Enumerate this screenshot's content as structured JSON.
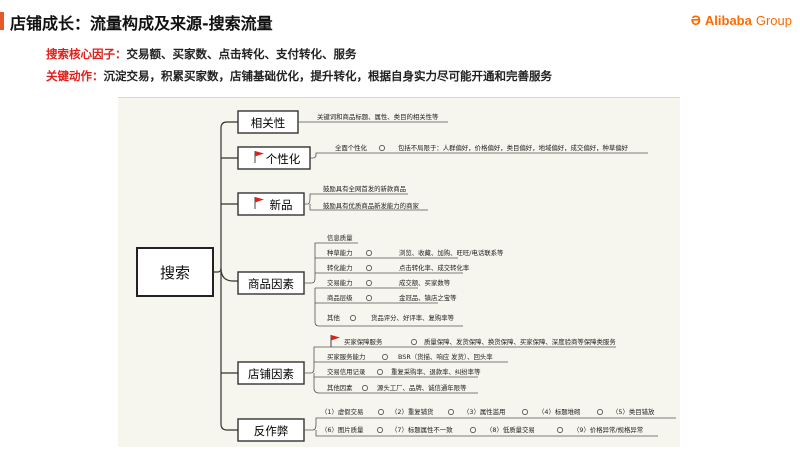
{
  "header": {
    "title": "店铺成长：流量构成及来源-搜索流量",
    "logo_glyph": "Ə",
    "logo_word": "Alibaba",
    "logo_group": "Group",
    "accent": "#e8592a",
    "logo_color": "#ff6a00"
  },
  "lines": {
    "factors_key": "搜索核心因子：",
    "factors_val": "交易额、买家数、点击转化、支付转化、服务",
    "actions_key": "关键动作：",
    "actions_val": "沉淀交易，积累买家数，店铺基础优化，提升转化，根据自身实力尽可能开通和完善服务",
    "key_color": "#e0201b"
  },
  "mindmap": {
    "root": "搜索",
    "branches": [
      {
        "label": "相关性",
        "flag": false,
        "items": [
          "关键词和商品标题、属性、类目的相关性等"
        ]
      },
      {
        "label": "个性化",
        "flag": true,
        "items": [
          "全面个性化",
          "包括不局限于：人群偏好，价格偏好，类目偏好，地域偏好，成交偏好，种草偏好"
        ]
      },
      {
        "label": "新品",
        "flag": true,
        "items": [
          "鼓励具有全网首发的新款商品",
          "鼓励具有优质商品新发能力的商家"
        ]
      },
      {
        "label": "商品因素",
        "flag": false,
        "items": [
          "信息质量",
          "种草能力",
          "浏览、收藏、加购、旺旺/电话联系等",
          "转化能力",
          "点击转化率、成交转化率",
          "交易能力",
          "成交额、买家数等",
          "商品层级",
          "金冠品、镇店之宝等",
          "其他",
          "货品评分、好评率、复购率等"
        ]
      },
      {
        "label": "店铺因素",
        "flag": false,
        "items": [
          "买家保障服务",
          "质量保障、发货保障、换货保障、买家保障、深度验商等保障类服务",
          "买家服务能力",
          "BSR（货描、响应  发货）、回头率",
          "交易信用记录",
          "重复采购率、退款率、纠纷率等",
          "其他因素",
          "源头工厂、品牌、诚信通年限等"
        ]
      },
      {
        "label": "反作弊",
        "flag": false,
        "items": [
          "（1）虚假交易",
          "（2）重复铺货",
          "（3）属性滥用",
          "（4）标题堆砌",
          "（5）类目错放",
          "（6）图片质量",
          "（7）标题属性不一致",
          "（8）低质量交易",
          "（9）价格异常/规格异常"
        ]
      }
    ]
  }
}
